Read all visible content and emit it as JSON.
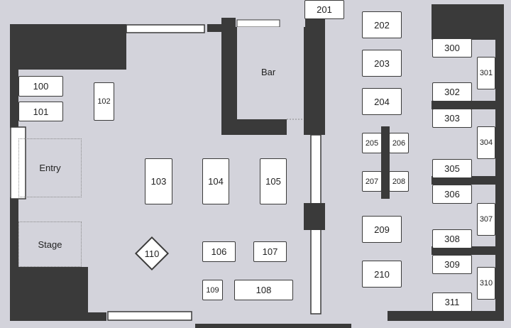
{
  "areas": {
    "bar": "Bar",
    "entry": "Entry",
    "stage": "Stage"
  },
  "tables": {
    "t100": "100",
    "t101": "101",
    "t102": "102",
    "t103": "103",
    "t104": "104",
    "t105": "105",
    "t106": "106",
    "t107": "107",
    "t108": "108",
    "t109": "109",
    "t110": "110",
    "t201": "201",
    "t202": "202",
    "t203": "203",
    "t204": "204",
    "t205": "205",
    "t206": "206",
    "t207": "207",
    "t208": "208",
    "t209": "209",
    "t210": "210",
    "t300": "300",
    "t301": "301",
    "t302": "302",
    "t303": "303",
    "t304": "304",
    "t305": "305",
    "t306": "306",
    "t307": "307",
    "t308": "308",
    "t309": "309",
    "t310": "310",
    "t311": "311"
  }
}
